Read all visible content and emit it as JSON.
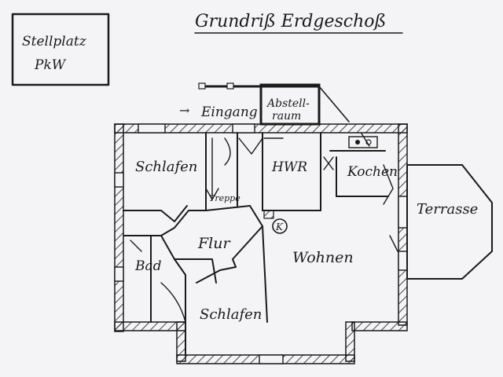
{
  "title": "Grundriß Erdgeschoß",
  "parking": {
    "line1": "Stellplatz",
    "line2": "PkW"
  },
  "entrance": {
    "arrow": "→",
    "label": "Eingang"
  },
  "storage": {
    "line1": "Abstell-",
    "line2": "raum"
  },
  "rooms": {
    "bedroom_top": "Schlafen",
    "stairs": "Treppe",
    "utility": "HWR",
    "kitchen": "Kochen",
    "hallway": "Flur",
    "bath": "Bad",
    "living": "Wohnen",
    "bedroom_bottom": "Schlafen",
    "terrace": "Terrasse",
    "boiler": "K"
  },
  "colors": {
    "ink": "#1a1a1a",
    "paper": "#f4f4f6",
    "faded": "#7a7a7a"
  }
}
